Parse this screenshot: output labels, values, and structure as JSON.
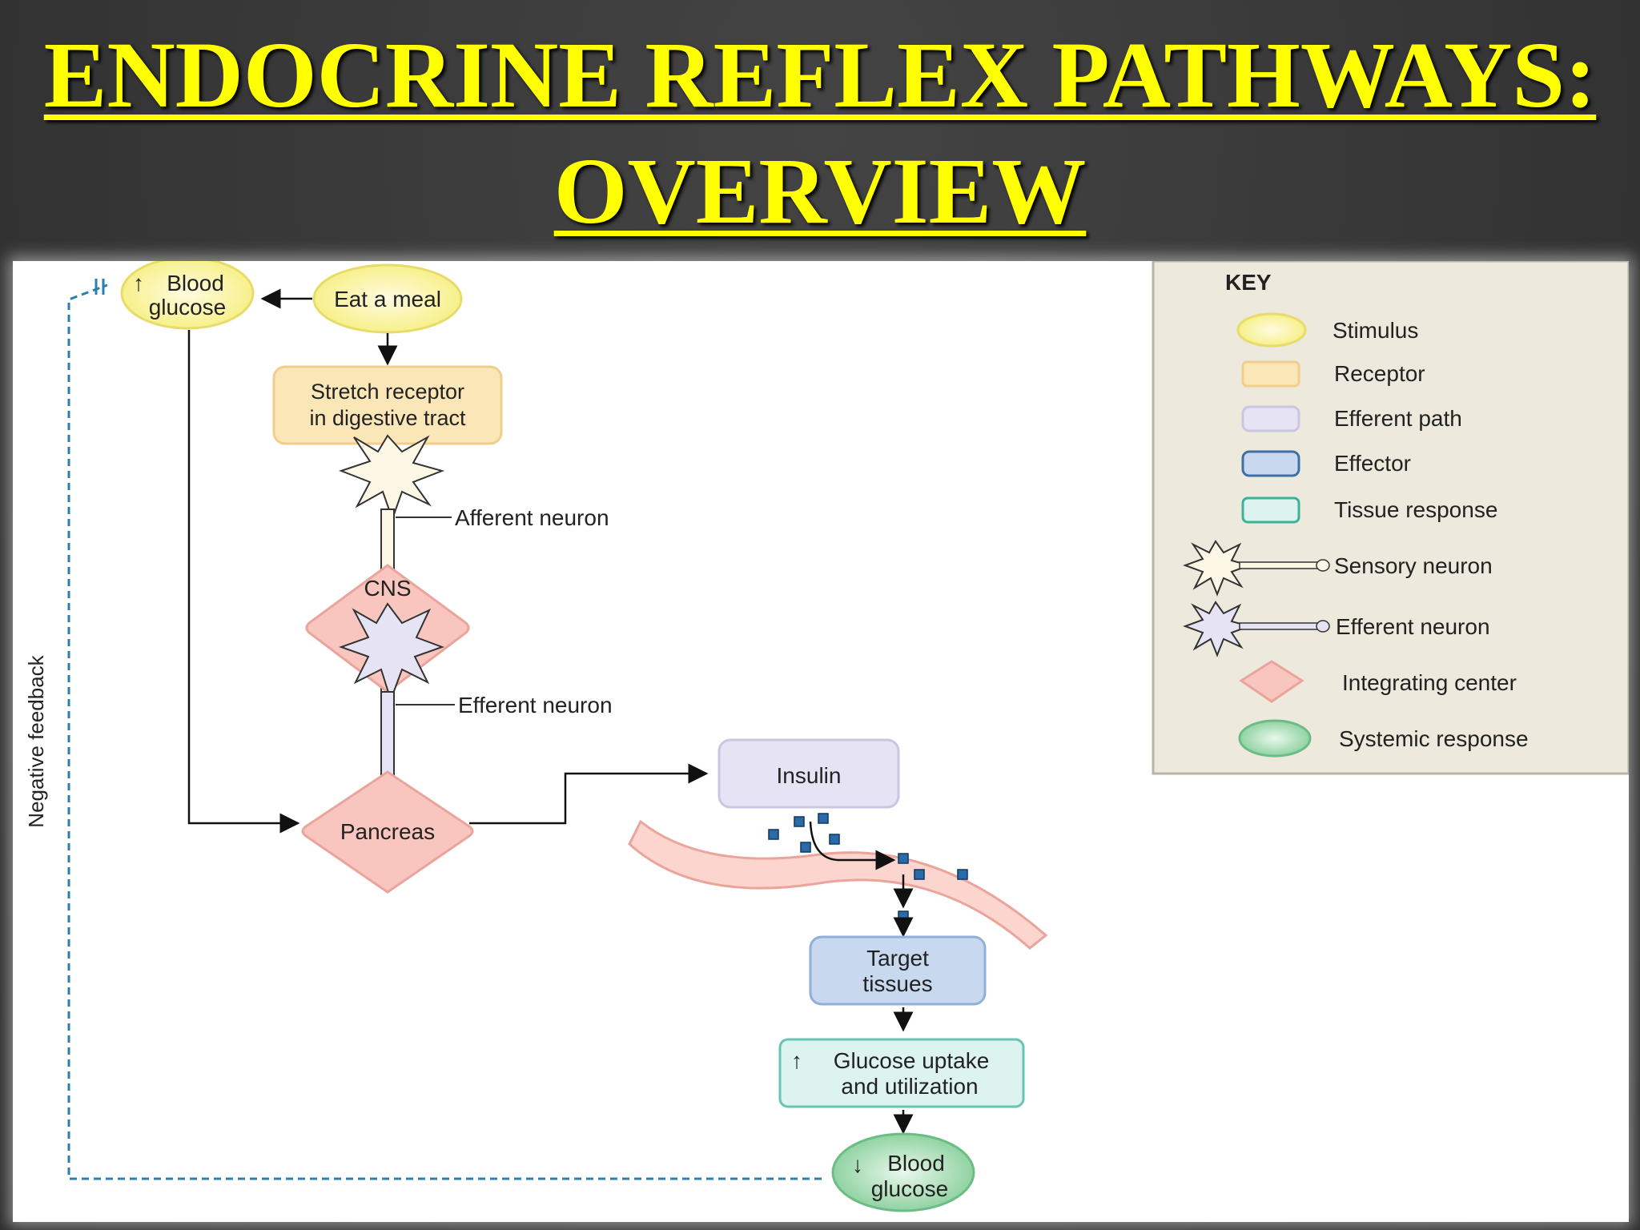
{
  "title": {
    "line1": "ENDOCRINE REFLEX PATHWAYS:",
    "line2": "OVERVIEW"
  },
  "diagram": {
    "stimulus_blood_glucose": {
      "arrow": "↑",
      "line1": "Blood",
      "line2": "glucose"
    },
    "eat_a_meal": "Eat a meal",
    "stretch_receptor": {
      "line1": "Stretch receptor",
      "line2": "in digestive tract"
    },
    "afferent_neuron": "Afferent neuron",
    "cns": "CNS",
    "efferent_neuron": "Efferent neuron",
    "pancreas": "Pancreas",
    "insulin": "Insulin",
    "target_tissues": {
      "line1": "Target",
      "line2": "tissues"
    },
    "glucose_uptake": {
      "arrow": "↑",
      "line1": "Glucose uptake",
      "line2": "and utilization"
    },
    "response_blood_glucose": {
      "arrow": "↓",
      "line1": "Blood",
      "line2": "glucose"
    },
    "negative_feedback": "Negative feedback"
  },
  "key": {
    "title": "KEY",
    "items": [
      {
        "label": "Stimulus"
      },
      {
        "label": "Receptor"
      },
      {
        "label": "Efferent path"
      },
      {
        "label": "Effector"
      },
      {
        "label": "Tissue response"
      },
      {
        "label": "Sensory neuron"
      },
      {
        "label": "Efferent neuron"
      },
      {
        "label": "Integrating center"
      },
      {
        "label": "Systemic response"
      }
    ]
  },
  "colors": {
    "title": "#ffff00",
    "stimulus": "#fdf6a0",
    "receptor": "#fbe6b8",
    "efferent_path": "#e6e4f4",
    "effector": "#c8d8ee",
    "tissue_response": "#dcf3ef",
    "integrating_center": "#f8c6bf",
    "systemic_response": "#a9dcb6",
    "feedback_line": "#2a7fae"
  }
}
